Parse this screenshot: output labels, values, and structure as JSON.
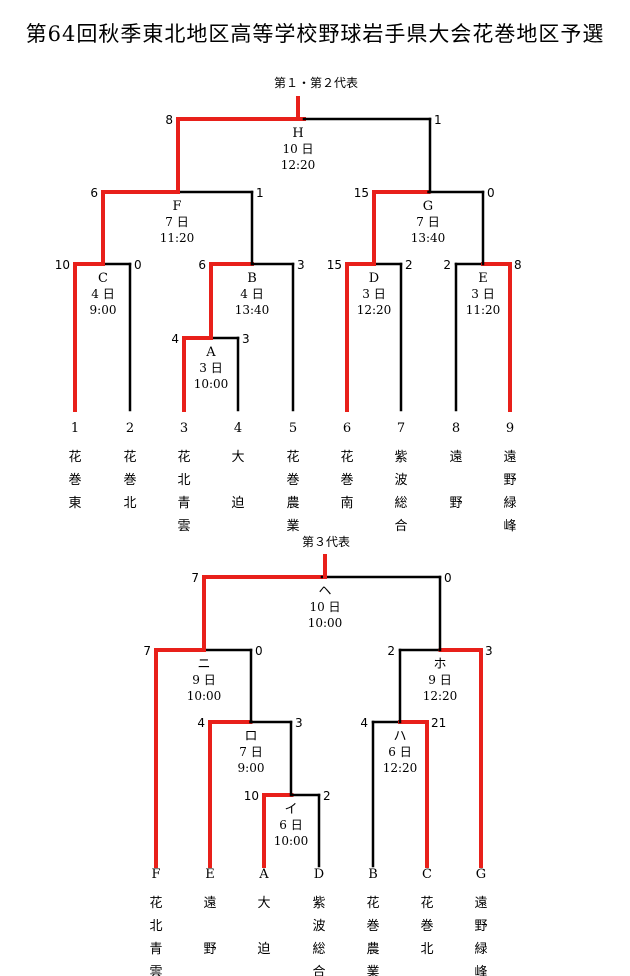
{
  "title": "第64回秋季東北地区高等学校野球岩手県大会花巻地区予選",
  "bracket1": {
    "caption": "第１・第２代表",
    "teams": [
      {
        "num": "1",
        "name": "花巻東"
      },
      {
        "num": "2",
        "name": "花巻北"
      },
      {
        "num": "3",
        "name": "花北青雲"
      },
      {
        "num": "4",
        "name": "大迫"
      },
      {
        "num": "5",
        "name": "花巻農業"
      },
      {
        "num": "6",
        "name": "花巻南"
      },
      {
        "num": "7",
        "name": "紫波総合"
      },
      {
        "num": "8",
        "name": "遠野"
      },
      {
        "num": "9",
        "name": "遠野緑峰"
      }
    ],
    "matches": [
      {
        "id": "A",
        "day": "3 日",
        "time": "10:00",
        "ls": "4",
        "rs": "3"
      },
      {
        "id": "B",
        "day": "4 日",
        "time": "13:40",
        "ls": "6",
        "rs": "3"
      },
      {
        "id": "C",
        "day": "4 日",
        "time": "9:00",
        "ls": "10",
        "rs": "0"
      },
      {
        "id": "D",
        "day": "3 日",
        "time": "12:20",
        "ls": "15",
        "rs": "2"
      },
      {
        "id": "E",
        "day": "3 日",
        "time": "11:20",
        "ls": "2",
        "rs": "8"
      },
      {
        "id": "F",
        "day": "7 日",
        "time": "11:20",
        "ls": "6",
        "rs": "1"
      },
      {
        "id": "G",
        "day": "7 日",
        "time": "13:40",
        "ls": "15",
        "rs": "0"
      },
      {
        "id": "H",
        "day": "10 日",
        "time": "12:20",
        "ls": "8",
        "rs": "1"
      }
    ]
  },
  "bracket2": {
    "caption": "第３代表",
    "teams": [
      {
        "num": "F",
        "name": "花北青雲"
      },
      {
        "num": "E",
        "name": "遠野"
      },
      {
        "num": "A",
        "name": "大迫"
      },
      {
        "num": "D",
        "name": "紫波総合"
      },
      {
        "num": "B",
        "name": "花巻農業"
      },
      {
        "num": "C",
        "name": "花巻北"
      },
      {
        "num": "G",
        "name": "遠野緑峰"
      }
    ],
    "matches": [
      {
        "id": "イ",
        "day": "6 日",
        "time": "10:00",
        "ls": "10",
        "rs": "2"
      },
      {
        "id": "ロ",
        "day": "7 日",
        "time": "9:00",
        "ls": "4",
        "rs": "3"
      },
      {
        "id": "ハ",
        "day": "6 日",
        "time": "12:20",
        "ls": "4",
        "rs": "21"
      },
      {
        "id": "ニ",
        "day": "9 日",
        "time": "10:00",
        "ls": "7",
        "rs": "0"
      },
      {
        "id": "ホ",
        "day": "9 日",
        "time": "12:20",
        "ls": "2",
        "rs": "3"
      },
      {
        "id": "ヘ",
        "day": "10 日",
        "time": "10:00",
        "ls": "7",
        "rs": "0"
      }
    ]
  },
  "colors": {
    "win": "#e8201a",
    "line": "#000000"
  }
}
